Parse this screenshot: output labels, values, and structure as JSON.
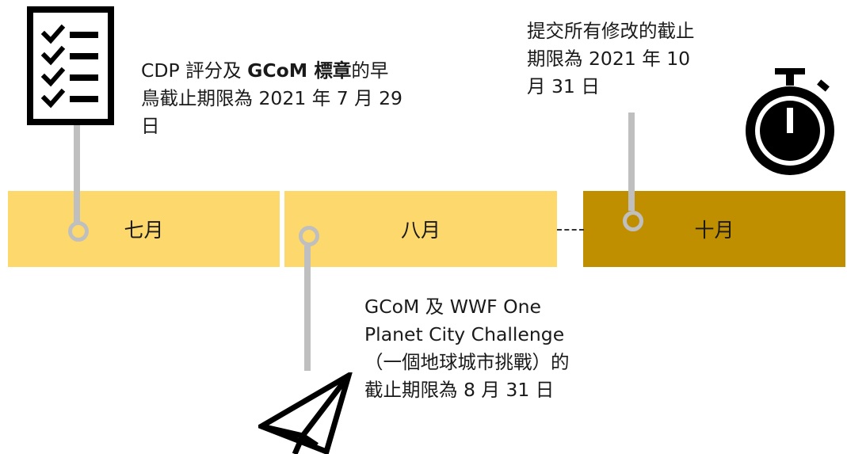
{
  "months": {
    "july": "七月",
    "august": "八月",
    "october": "十月"
  },
  "callouts": {
    "top_left": {
      "line1_pre": "CDP 評分及 ",
      "line1_bold": "GCoM 標章",
      "line1_post": "的早",
      "line2": "鳥截止期限為 2021 年 7 月 29",
      "line3": "日"
    },
    "top_right": {
      "line1": "提交所有修改的截止",
      "line2": "期限為 2021 年 10",
      "line3": "月 31 日"
    },
    "bottom": {
      "line1": "GCoM 及 WWF One",
      "line2": "Planet City Challenge",
      "line3": "（一個地球城市挑戰）的",
      "line4": "截止期限為 8 月 31 日"
    }
  },
  "icons": {
    "checklist": "checklist-icon",
    "stopwatch": "stopwatch-icon",
    "paper_plane": "paper-plane-icon"
  },
  "colors": {
    "light_gold": "#fdd86c",
    "dark_gold": "#bf8f00",
    "connector_gray": "#bfbfbf"
  }
}
